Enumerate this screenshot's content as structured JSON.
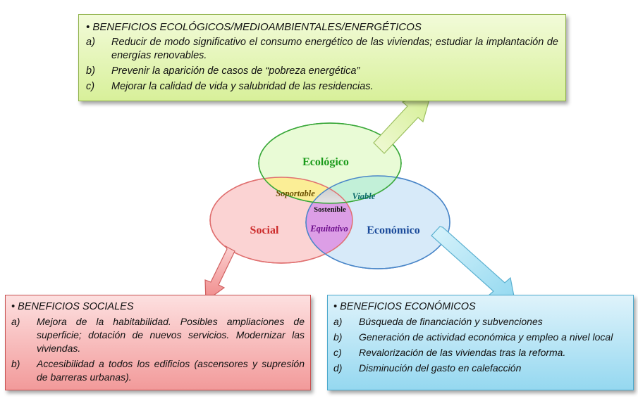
{
  "diagram": {
    "circles": {
      "ecologico": "Ecológico",
      "social": "Social",
      "economico": "Económico"
    },
    "overlaps": {
      "soportable": "Soportable",
      "viable": "Viable",
      "equitativo": "Equitativo",
      "sostenible": "Sostenible"
    }
  },
  "boxes": {
    "ecologico": {
      "title": "BENEFICIOS ECOLÓGICOS/MEDIOAMBIENTALES/ENERGÉTICOS",
      "items": [
        {
          "letter": "a)",
          "text": "Reducir de modo significativo el consumo energético de las viviendas; estudiar la implantación de energías renovables."
        },
        {
          "letter": "b)",
          "text": "Prevenir la aparición de casos de “pobreza energética”"
        },
        {
          "letter": "c)",
          "text": "Mejorar la calidad de vida y salubridad de las residencias."
        }
      ]
    },
    "social": {
      "title": "BENEFICIOS SOCIALES",
      "items": [
        {
          "letter": "a)",
          "text": "Mejora de la habitabilidad. Posibles ampliaciones de superficie; dotación de nuevos servicios. Modernizar las viviendas."
        },
        {
          "letter": "b)",
          "text": "Accesibilidad a todos los edificios (ascensores y supresión de barreras urbanas)."
        }
      ]
    },
    "economico": {
      "title": "BENEFICIOS ECONÓMICOS",
      "items": [
        {
          "letter": "a)",
          "text": "Búsqueda de financiación y subvenciones"
        },
        {
          "letter": "b)",
          "text": "Generación de actividad económica  y empleo a nivel local"
        },
        {
          "letter": "c)",
          "text": "Revalorización de las viviendas tras la reforma."
        },
        {
          "letter": "d)",
          "text": "Disminución del gasto en calefacción"
        }
      ]
    }
  },
  "colors": {
    "ecologico_text": "#1a9a1a",
    "social_text": "#cc2a2a",
    "economico_text": "#1a4a9a",
    "soportable_text": "#6a5000",
    "viable_text": "#0a6a6a",
    "equitativo_text": "#6a0a8a"
  }
}
